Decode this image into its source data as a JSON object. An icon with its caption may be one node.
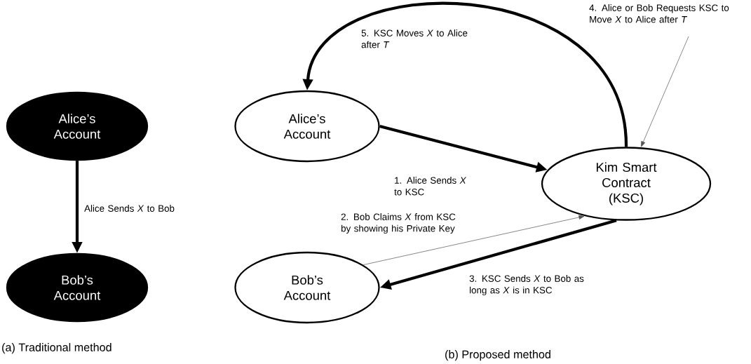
{
  "diagram": {
    "nodes": [
      {
        "text": [
          "Alice’s Account"
        ]
      },
      {
        "text": [
          "Bob’s Account"
        ]
      },
      {
        "text": [
          "Alice’s Account"
        ]
      },
      {
        "text": [
          "Kim Smart Contract (KSC)"
        ]
      },
      {
        "text": [
          "Bob’s Account"
        ]
      }
    ],
    "edges": [
      {
        "from": 0,
        "to": 1,
        "arrow": "to",
        "label": "Alice Sends *X* to Bob"
      },
      {
        "from": 2,
        "to": 3,
        "arrow": "to",
        "label": "1. Alice Sends *X* to KSC"
      },
      {
        "from": 4,
        "to": 3,
        "arrow": "to",
        "color": "#555555",
        "label": "2. Bob Claims *X* from KSC by showing his Private Key"
      },
      {
        "from": 3,
        "to": 4,
        "arrow": "to",
        "label": "3. KSC Sends *X* to Bob as long as *X* is in KSC"
      },
      {
        "from": null,
        "to": 3,
        "arrow": "to",
        "color": "#555555",
        "label": "4. Alice or Bob Requests KSC to Move *X* to Alice after *T*"
      },
      {
        "from": 3,
        "to": 2,
        "arrow": "to",
        "label": "5. KSC Moves *X* to Alice after *T*"
      }
    ],
    "labels": [
      "(a) Traditional method",
      "(b) Proposed method"
    ]
  }
}
